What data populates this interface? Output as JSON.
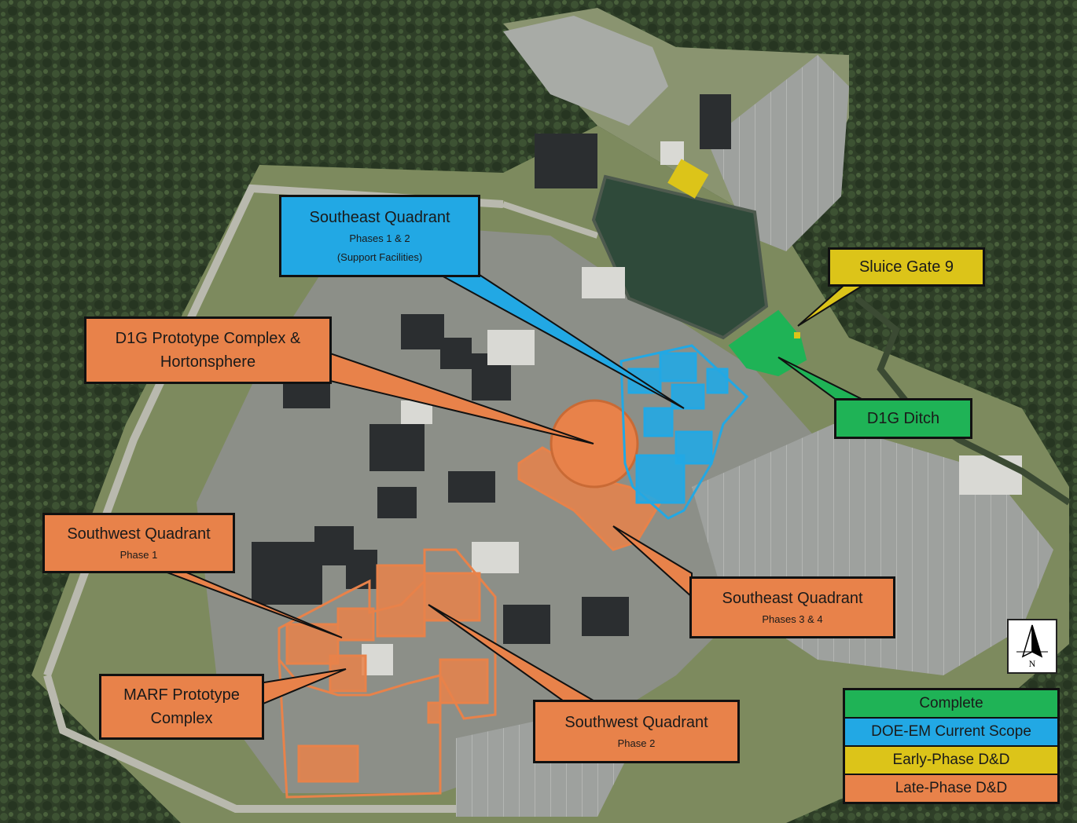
{
  "callouts": {
    "se_quadrant_1_2": {
      "title": "Southeast Quadrant",
      "line1": "Phases 1 & 2",
      "line2": "(Support Facilities)"
    },
    "sluice_gate": {
      "title": "Sluice Gate 9"
    },
    "d1g_complex": {
      "title_line1": "D1G Prototype Complex &",
      "title_line2": "Hortonsphere"
    },
    "d1g_ditch": {
      "title": "D1G Ditch"
    },
    "sw_quadrant_1": {
      "title": "Southwest Quadrant",
      "sub": "Phase 1"
    },
    "se_quadrant_3_4": {
      "title": "Southeast Quadrant",
      "sub": "Phases 3 & 4"
    },
    "marf": {
      "title_line1": "MARF Prototype",
      "title_line2": "Complex"
    },
    "sw_quadrant_2": {
      "title": "Southwest Quadrant",
      "sub": "Phase 2"
    }
  },
  "legend": {
    "items": [
      {
        "label": "Complete",
        "color": "#1fb356"
      },
      {
        "label": "DOE-EM Current Scope",
        "color": "#22a8e4"
      },
      {
        "label": "Early-Phase D&D",
        "color": "#dcc419"
      },
      {
        "label": "Late-Phase D&D",
        "color": "#e8824a"
      }
    ]
  },
  "north_arrow": {
    "label": "N",
    "icon": "north-arrow-icon"
  },
  "colors": {
    "late_phase": "#e8824a",
    "current_scope": "#22a8e4",
    "early_phase": "#dcc419",
    "complete": "#1fb356"
  }
}
